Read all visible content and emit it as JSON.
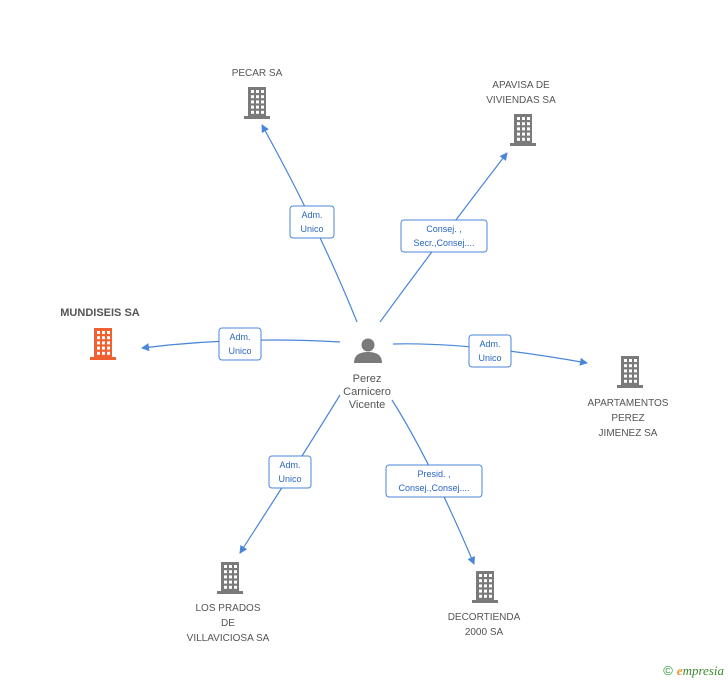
{
  "person": {
    "name_lines": [
      "Perez",
      "Carnicero",
      "Vicente"
    ],
    "icon": "person-icon"
  },
  "colors": {
    "line": "#4a86d8",
    "building": "#7a7a7a",
    "highlight": "#f06030",
    "role_border": "#4a86d8",
    "role_text": "#2a66c2"
  },
  "companies": [
    {
      "id": "pecar",
      "name_lines": [
        "PECAR SA"
      ],
      "role_lines": [
        "Adm.",
        "Unico"
      ],
      "highlight": false,
      "icon": "building-icon"
    },
    {
      "id": "apavisa",
      "name_lines": [
        "APAVISA DE",
        "VIVIENDAS SA"
      ],
      "role_lines": [
        "Consej. ,",
        "Secr.,Consej...."
      ],
      "highlight": false,
      "icon": "building-icon"
    },
    {
      "id": "mundiseis",
      "name_lines": [
        "MUNDISEIS SA"
      ],
      "role_lines": [
        "Adm.",
        "Unico"
      ],
      "highlight": true,
      "icon": "building-icon"
    },
    {
      "id": "apartamentos",
      "name_lines": [
        "APARTAMENTOS",
        "PEREZ",
        "JIMENEZ SA"
      ],
      "role_lines": [
        "Adm.",
        "Unico"
      ],
      "highlight": false,
      "icon": "building-icon"
    },
    {
      "id": "losprados",
      "name_lines": [
        "LOS PRADOS",
        "DE",
        "VILLAVICIOSA SA"
      ],
      "role_lines": [
        "Adm.",
        "Unico"
      ],
      "highlight": false,
      "icon": "building-icon"
    },
    {
      "id": "decortienda",
      "name_lines": [
        "DECORTIENDA",
        "2000 SA"
      ],
      "role_lines": [
        "Presid. ,",
        "Consej.,Consej...."
      ],
      "highlight": false,
      "icon": "building-icon"
    }
  ],
  "footer": {
    "copyright_symbol": "©",
    "brand_first": "e",
    "brand_rest": "mpresia"
  }
}
